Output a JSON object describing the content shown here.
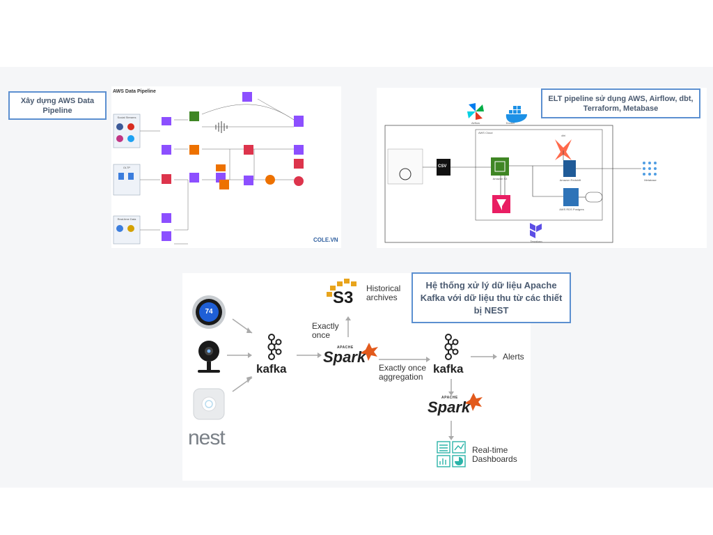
{
  "callouts": {
    "aws": "Xây dựng AWS Data Pipeline",
    "elt": "ELT pipeline sử dụng AWS, Airflow, dbt, Terraform, Metabase",
    "kafka": "Hệ thống xử lý dữ liệu Apache Kafka với dữ liệu thu từ các thiết bị NEST"
  },
  "aws_diagram": {
    "title": "AWS Data Pipeline",
    "group_labels": [
      "Social Streams",
      "OLTP",
      "Real-time Data"
    ],
    "watermark": "COLE.VN"
  },
  "elt_diagram": {
    "top_labels": [
      "Airflow",
      "Docker"
    ],
    "cloud_label": "AWS Cloud",
    "csv_label": "CSV",
    "node_labels": [
      "Amazon S3",
      "dbt",
      "Amazon Redshift",
      "Metabase",
      "Terraform",
      "AWS RDS Postgres"
    ]
  },
  "kafka_diagram": {
    "thermostat_value": "74",
    "nest_logo": "nest",
    "kafka1": "kafka",
    "kafka2": "kafka",
    "s3_label": "S3",
    "historical": "Historical archives",
    "exactly_once": "Exactly once",
    "spark1_apache": "APACHE",
    "spark1": "Spark",
    "exactly_once_agg": "Exactly once aggregation",
    "alerts": "Alerts",
    "spark2_apache": "APACHE",
    "spark2": "Spark",
    "realtime": "Real-time Dashboards"
  },
  "colors": {
    "callout_border": "#5b8fd0",
    "aws_purple": "#8c4fff",
    "aws_orange": "#ed7100",
    "aws_red": "#dd344c",
    "aws_green": "#3f8624",
    "spark_orange": "#e25a1c",
    "s3_orange": "#e8a41c",
    "dashboard_teal": "#2bb3a8"
  }
}
